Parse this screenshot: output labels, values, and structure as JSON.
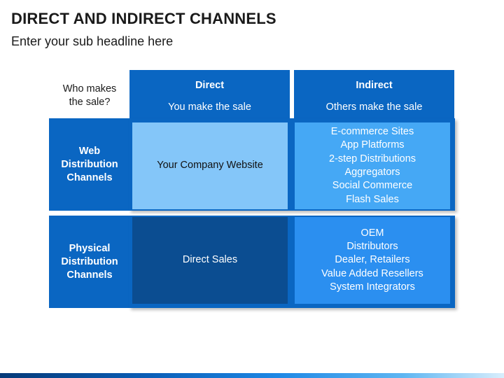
{
  "title": "DIRECT AND INDIRECT CHANNELS",
  "subtitle": "Enter your sub headline here",
  "question": [
    "Who makes",
    "the sale?"
  ],
  "columns": {
    "direct": {
      "title": "Direct",
      "subtitle": "You make the sale"
    },
    "indirect": {
      "title": "Indirect",
      "subtitle": "Others make the sale"
    }
  },
  "rows": {
    "web": {
      "label": [
        "Web",
        "Distribution",
        "Channels"
      ],
      "direct": [
        "Your Company Website"
      ],
      "indirect": [
        "E-commerce Sites",
        "App Platforms",
        "2-step Distributions",
        "Aggregators",
        "Social Commerce",
        "Flash Sales"
      ]
    },
    "physical": {
      "label": [
        "Physical",
        "Distribution",
        "Channels"
      ],
      "direct": [
        "Direct Sales"
      ],
      "indirect": [
        "OEM",
        "Distributors",
        "Dealer, Retailers",
        "Value Added Resellers",
        "System Integrators"
      ]
    }
  },
  "colors": {
    "header_blue": "#0a66c2",
    "web_direct": "#84c6f9",
    "web_indirect": "#45a8f5",
    "physical_direct": "#0b4d91",
    "physical_indirect": "#2b8ff0"
  }
}
